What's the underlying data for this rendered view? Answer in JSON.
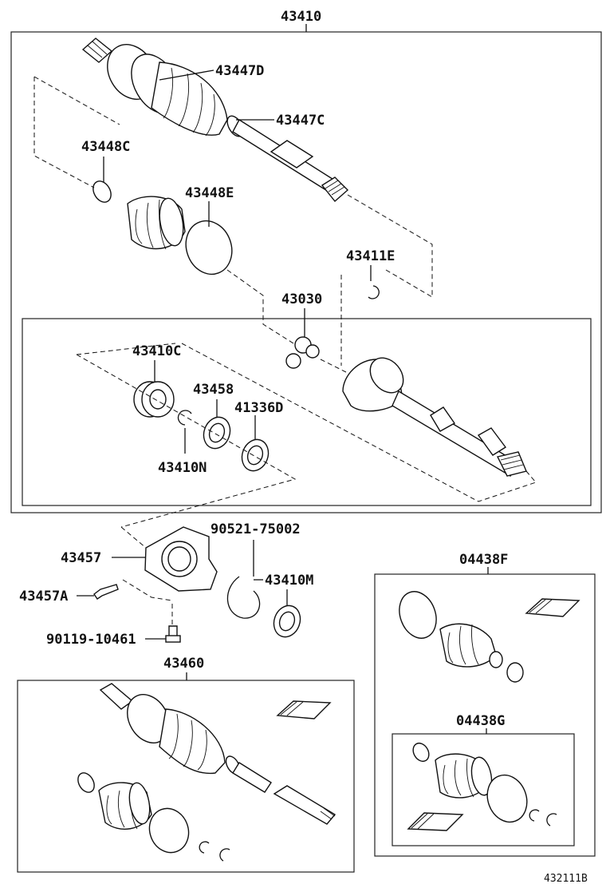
{
  "labels": {
    "p43410": "43410",
    "p43447D": "43447D",
    "p43447C": "43447C",
    "p43448C": "43448C",
    "p43448E": "43448E",
    "p43411E": "43411E",
    "p43030": "43030",
    "p43410C": "43410C",
    "p43458": "43458",
    "p41336D": "41336D",
    "p43410N": "43410N",
    "p90521": "90521-75002",
    "p43457": "43457",
    "p43410M": "43410M",
    "p43457A": "43457A",
    "p90119": "90119-10461",
    "p43460": "43460",
    "p04438F": "04438F",
    "p04438G": "04438G"
  },
  "diagram_code": "432111B"
}
